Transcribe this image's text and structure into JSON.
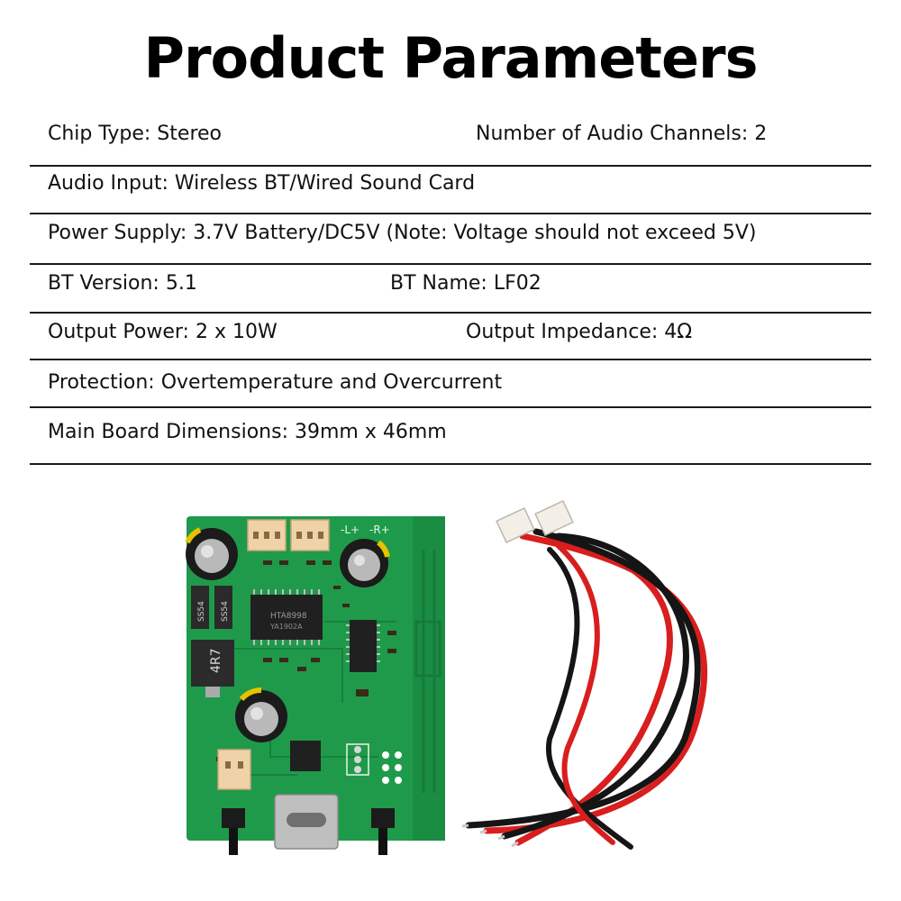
{
  "title": "Product Parameters",
  "rows": [
    {
      "left": "Chip Type: Stereo",
      "right": "Number of Audio Channels: 2"
    },
    {
      "left": "Audio Input: Wireless BT/Wired Sound Card"
    },
    {
      "left": "Power Supply: 3.7V Battery/DC5V (Note: Voltage should not exceed 5V)"
    },
    {
      "left": "BT Version: 5.1",
      "right": "BT Name: LF02"
    },
    {
      "left": "Output Power: 2 x 10W",
      "right": "Output Impedance: 4Ω"
    },
    {
      "left": "Protection: Overtemperature and Overcurrent"
    },
    {
      "left": "Main Board Dimensions: 39mm x 46mm"
    }
  ],
  "board": {
    "chip_main": "HTA8998",
    "chip_main_sub": "YA1902A",
    "inductor": "4R7",
    "diode_1": "SS54",
    "diode_2": "SS54",
    "silk_top_left": "-L+",
    "silk_top_right": "-R+",
    "colors": {
      "pcb": "#1f9a4a",
      "pcb_dark": "#167a3a",
      "wire_red": "#d81e1e",
      "wire_black": "#151515",
      "connector": "#f0d2a8"
    }
  }
}
